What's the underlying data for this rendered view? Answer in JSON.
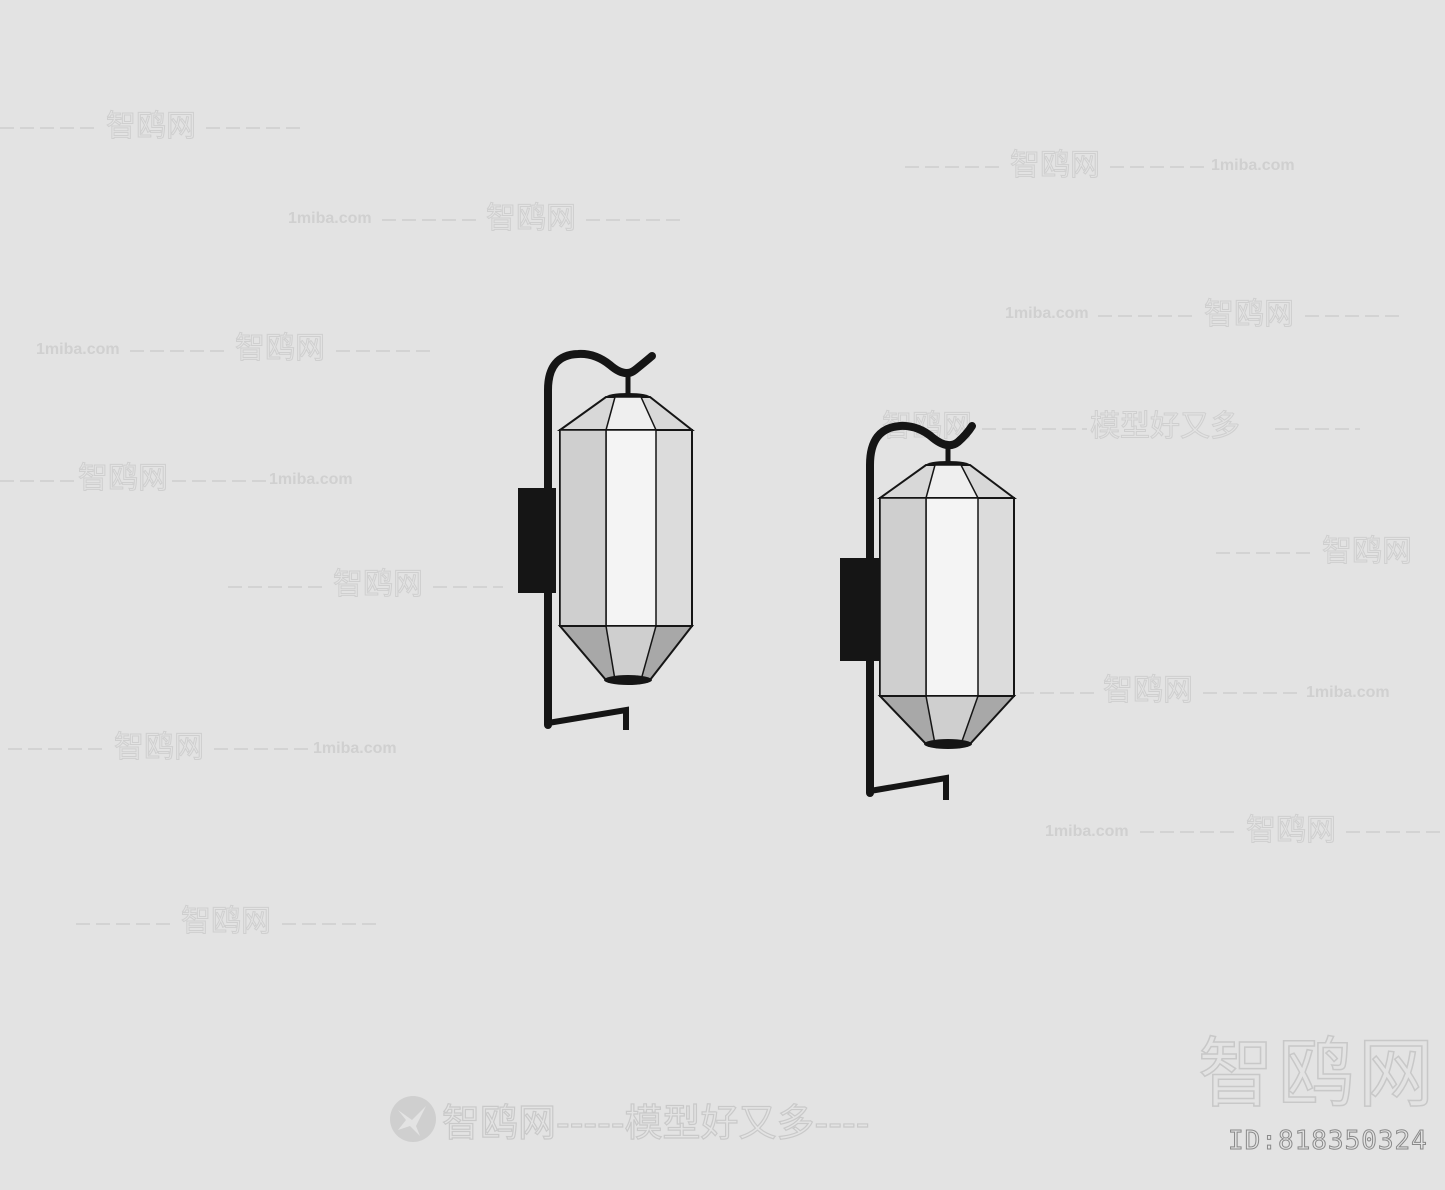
{
  "image": {
    "background_color": "#e3e3e3",
    "subject": "two black metal wall lamps with octagonal white lantern shades",
    "lamp_colors": {
      "frame": "#151515",
      "shade_light": "#f2f2f2",
      "shade_mid": "#d4d4d4",
      "shade_dark": "#a8a8a8"
    }
  },
  "watermarks": {
    "brand_cn": "智鸥网",
    "site": "1miba.com",
    "slogan": "模型好又多",
    "bottom_line": "智鸥网-----模型好又多----",
    "corner_brand": "智鸥网",
    "id_text": "ID:818350324"
  }
}
